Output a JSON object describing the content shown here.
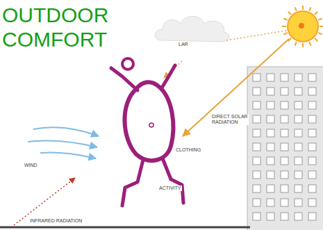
{
  "diagram": {
    "title": "OUTDOOR COMFORT",
    "labels": [
      "LAR",
      "DIRECT SOLAR RADIATION",
      "WIND",
      "CLOTHING",
      "ACTIVITY",
      "INFRARED RADIATION"
    ]
  }
}
